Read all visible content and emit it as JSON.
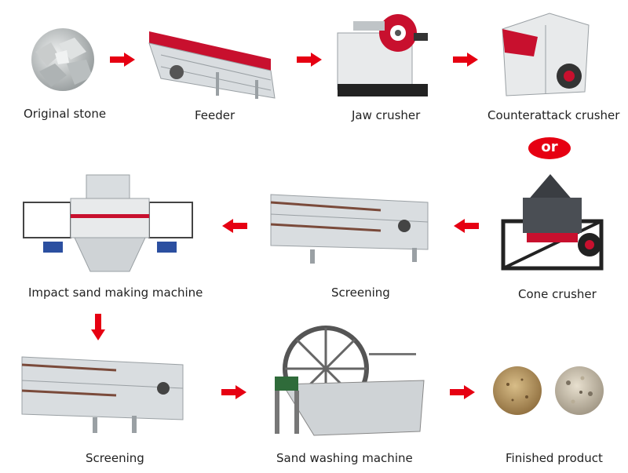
{
  "stages": {
    "original_stone": "Original stone",
    "feeder": "Feeder",
    "jaw_crusher": "Jaw crusher",
    "counterattack_crusher": "Counterattack crusher",
    "cone_crusher": "Cone crusher",
    "screening_1": "Screening",
    "impact_sand_making": "Impact sand making machine",
    "screening_2": "Screening",
    "sand_washing": "Sand washing machine",
    "finished_product": "Finished product"
  },
  "or_badge": "or",
  "colors": {
    "arrow": "#e60012",
    "machine_gray": "#d9dde0",
    "accent_red": "#c8102e",
    "sand": "#b7955a",
    "gravel": "#cbbfa6"
  }
}
